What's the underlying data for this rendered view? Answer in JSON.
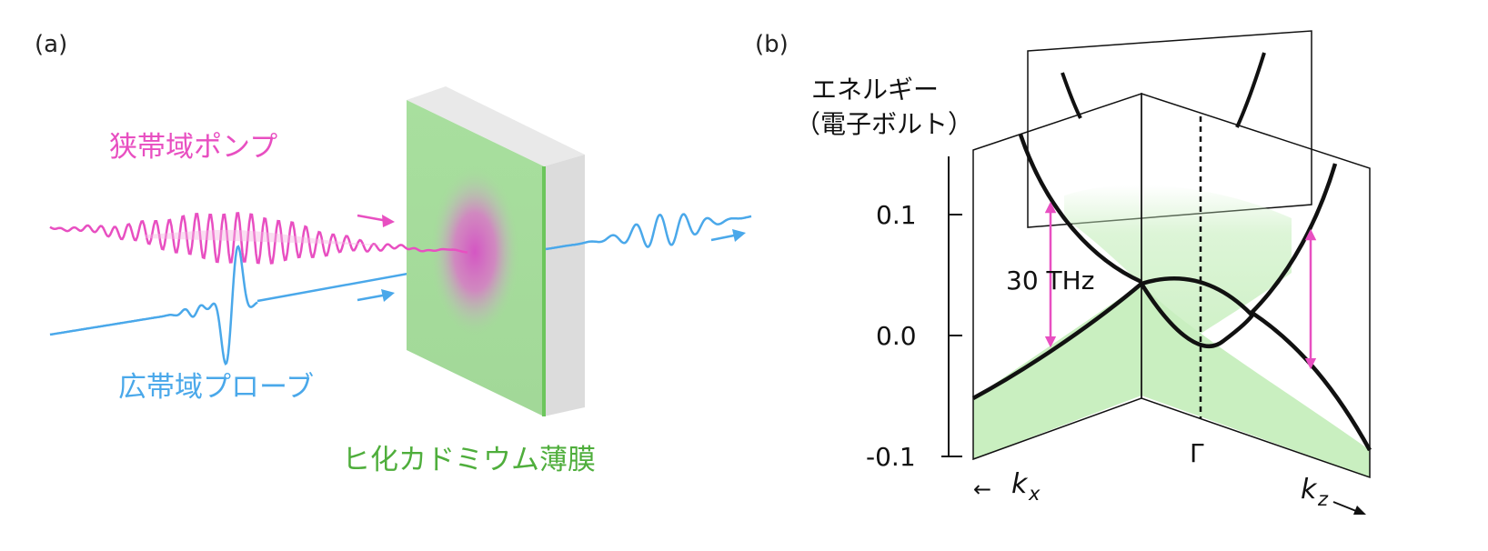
{
  "panel_a": {
    "label": "(a)",
    "pump_label": "狭帯域ポンプ",
    "probe_label": "広帯域プローブ",
    "film_label": "ヒ化カドミウム薄膜",
    "colors": {
      "pump": "#e84fc1",
      "probe": "#4aa8ea",
      "film": "#a5dc9a",
      "film_edge": "#6cc65c",
      "slab": "#e2e2e2"
    }
  },
  "panel_b": {
    "label": "(b)",
    "ylabel_line1": "エネルギー",
    "ylabel_line2": "（電子ボルト）",
    "y_ticks": [
      "0.1",
      "0.0",
      "-0.1"
    ],
    "annotation": "30 THz",
    "gamma_label": "Γ",
    "kx": {
      "k": "k",
      "sub": "x",
      "arrow": "←"
    },
    "kz": {
      "k": "k",
      "sub": "z",
      "arrow": "⟶"
    },
    "colors": {
      "fill": "#c9efc0",
      "arrows": "#e84fc1"
    }
  }
}
